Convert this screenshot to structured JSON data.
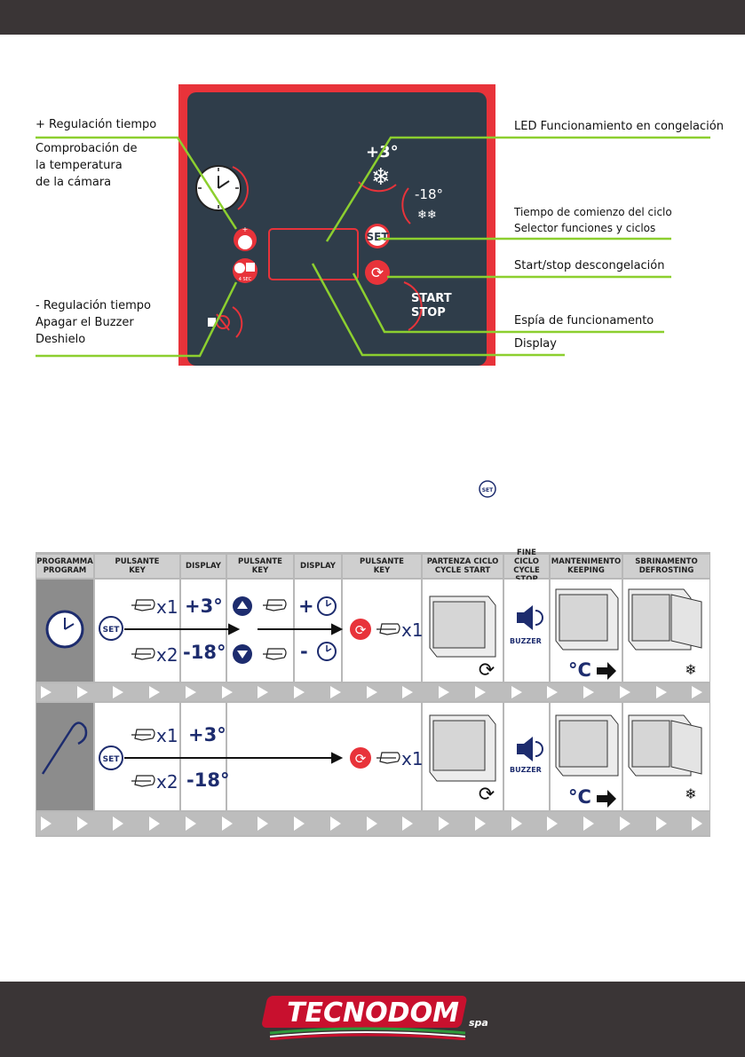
{
  "page": {
    "callouts": {
      "left": [
        {
          "text": "+ Regulación tiempo"
        },
        {
          "text": "Comprobación  de\nla temperatura\nde la cámara"
        },
        {
          "text": "- Regulación tiempo\nApagar el Buzzer\nDeshielo"
        }
      ],
      "right": [
        {
          "text": "LED Funcionamiento en congelación"
        },
        {
          "text": "Tiempo de comienzo del ciclo"
        },
        {
          "text": "Selector funciones y ciclos"
        },
        {
          "text": "Start/stop descongelación"
        },
        {
          "text": "Espía de funcionamento"
        },
        {
          "text": "Display"
        }
      ]
    },
    "panel": {
      "temp_plus": "+3°",
      "temp_minus": "-18°",
      "set_label": "SET",
      "start_stop": "START\nSTOP",
      "sec_label": "4 SEC"
    },
    "inline_set_icon": "SET",
    "table": {
      "headers": [
        "PROGRAMMA\nPROGRAM",
        "PULSANTE\nKEY",
        "DISPLAY",
        "PULSANTE\nKEY",
        "DISPLAY",
        "PULSANTE\nKEY",
        "PARTENZA CICLO\nCYCLE START",
        "FINE CICLO\nCYCLE STOP",
        "MANTENIMENTO\nKEEPING",
        "SBRINAMENTO\nDEFROSTING"
      ],
      "set_label": "SET",
      "x1": "x1",
      "x2": "x2",
      "plus_temp": "+3°",
      "minus_temp": "-18°",
      "plus_sign": "+",
      "minus_sign": "-",
      "buzzer": "BUZZER",
      "celsius": "°C"
    },
    "logo": {
      "brand": "TECNODOM",
      "suffix": "spa"
    },
    "colors": {
      "panel_frame": "#e8333a",
      "panel_face": "#2f3d4a",
      "callout_line": "#8ccf2f",
      "icon_blue": "#1d2c6e",
      "table_grey": "#8c8c8c"
    }
  }
}
